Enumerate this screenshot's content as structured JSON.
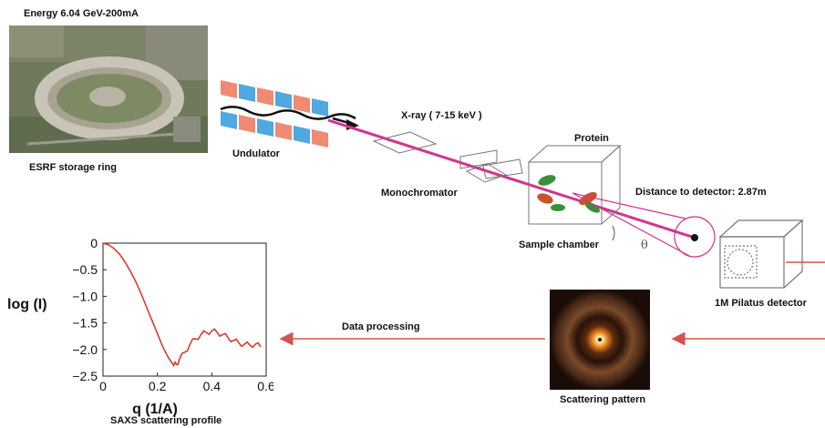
{
  "labels": {
    "energy": "Energy 6.04 GeV-200mA",
    "storage_ring": "ESRF storage ring",
    "undulator": "Undulator",
    "xray": "X-ray ( 7-15 keV )",
    "monochromator": "Monochromator",
    "protein": "Protein",
    "distance": "Distance to detector: 2.87m",
    "sample_chamber": "Sample chamber",
    "theta": "θ",
    "detector": "1M Pilatus detector",
    "data_processing": "Data processing",
    "scattering_pattern": "Scattering pattern",
    "saxs_profile": "SAXS scattering profile"
  },
  "colors": {
    "beam": "#d4338f",
    "arrow": "#d9534a",
    "curve": "#e0301e",
    "magnet_red": "#f08a72",
    "magnet_blue": "#4fa8e0"
  },
  "chart_data": {
    "type": "line",
    "xlabel": "q (1/A)",
    "ylabel": "log (I)",
    "xlim": [
      0,
      0.6
    ],
    "ylim": [
      -2.5,
      0
    ],
    "xticks": [
      "0",
      "0.2",
      "0.4",
      "0.6"
    ],
    "yticks": [
      "0",
      "−0.5",
      "−1.0",
      "−1.5",
      "−2.0",
      "−2.5"
    ],
    "series": [
      {
        "x": [
          0.0,
          0.02,
          0.04,
          0.06,
          0.08,
          0.1,
          0.12,
          0.14,
          0.16,
          0.18,
          0.2,
          0.22,
          0.24,
          0.26,
          0.27,
          0.28,
          0.3,
          0.32,
          0.34,
          0.36,
          0.38,
          0.4,
          0.42,
          0.44,
          0.46,
          0.48,
          0.5,
          0.52,
          0.54,
          0.56,
          0.58
        ],
        "y": [
          0.0,
          -0.03,
          -0.1,
          -0.2,
          -0.35,
          -0.52,
          -0.72,
          -0.95,
          -1.2,
          -1.45,
          -1.7,
          -1.95,
          -2.15,
          -2.3,
          -2.28,
          -2.2,
          -2.05,
          -1.9,
          -1.8,
          -1.72,
          -1.68,
          -1.65,
          -1.68,
          -1.72,
          -1.78,
          -1.83,
          -1.88,
          -1.9,
          -1.92,
          -1.9,
          -1.95
        ]
      }
    ]
  }
}
